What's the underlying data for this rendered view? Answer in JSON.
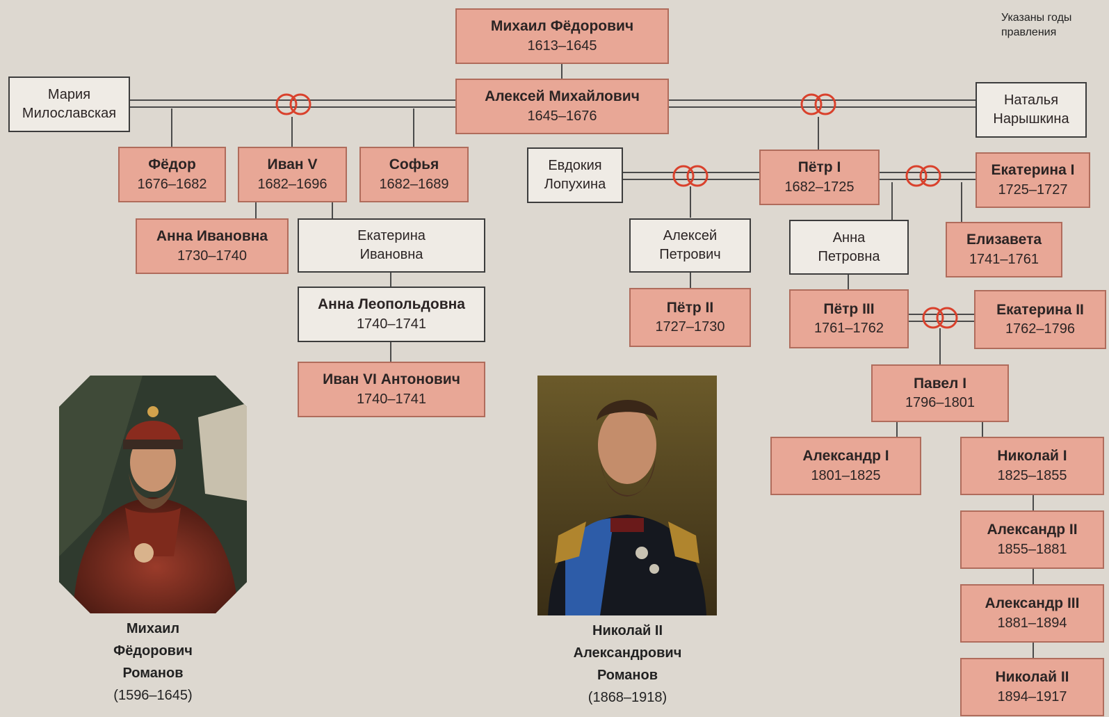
{
  "note": "Указаны годы правления",
  "persons": {
    "mikhail": {
      "name": "Михаил Фёдорович",
      "years": "1613–1645"
    },
    "aleksei": {
      "name": "Алексей Михайлович",
      "years": "1645–1676"
    },
    "maria": {
      "name": "Мария Милославская"
    },
    "natalia": {
      "name": "Наталья Нарышкина"
    },
    "fedor": {
      "name": "Фёдор",
      "years": "1676–1682"
    },
    "ivan5": {
      "name": "Иван V",
      "years": "1682–1696"
    },
    "sofia": {
      "name": "Софья",
      "years": "1682–1689"
    },
    "evdokia": {
      "name": "Евдокия Лопухина"
    },
    "petr1": {
      "name": "Пётр I",
      "years": "1682–1725"
    },
    "ekaterina1": {
      "name": "Екатерина I",
      "years": "1725–1727"
    },
    "anna_iv": {
      "name": "Анна Ивановна",
      "years": "1730–1740"
    },
    "ekat_iv": {
      "name": "Екатерина Ивановна"
    },
    "aleksei_p": {
      "name": "Алексей Петрович"
    },
    "anna_p": {
      "name": "Анна Петровна"
    },
    "elizaveta": {
      "name": "Елизавета",
      "years": "1741–1761"
    },
    "anna_leop": {
      "name": "Анна Леопольдовна",
      "years": "1740–1741"
    },
    "petr2": {
      "name": "Пётр II",
      "years": "1727–1730"
    },
    "petr3": {
      "name": "Пётр III",
      "years": "1761–1762"
    },
    "ekaterina2": {
      "name": "Екатерина II",
      "years": "1762–1796"
    },
    "ivan6": {
      "name": "Иван VI Антонович",
      "years": "1740–1741"
    },
    "pavel1": {
      "name": "Павел I",
      "years": "1796–1801"
    },
    "aleksandr1": {
      "name": "Александр I",
      "years": "1801–1825"
    },
    "nikolai1": {
      "name": "Николай I",
      "years": "1825–1855"
    },
    "aleksandr2": {
      "name": "Александр II",
      "years": "1855–1881"
    },
    "aleksandr3": {
      "name": "Александр III",
      "years": "1881–1894"
    },
    "nikolai2": {
      "name": "Николай II",
      "years": "1894–1917"
    }
  },
  "portraits": {
    "left": {
      "line1": "Михаил",
      "line2": "Фёдорович",
      "line3": "Романов",
      "years": "(1596–1645)"
    },
    "right": {
      "line1": "Николай II",
      "line2": "Александрович",
      "line3": "Романов",
      "years": "(1868–1918)"
    }
  },
  "colors": {
    "ruler_fill": "#e8a796",
    "ruler_border": "#b06c5c",
    "spouse_fill": "#efebe5",
    "marriage_ring": "#d9412c",
    "background": "#ddd8d0"
  }
}
